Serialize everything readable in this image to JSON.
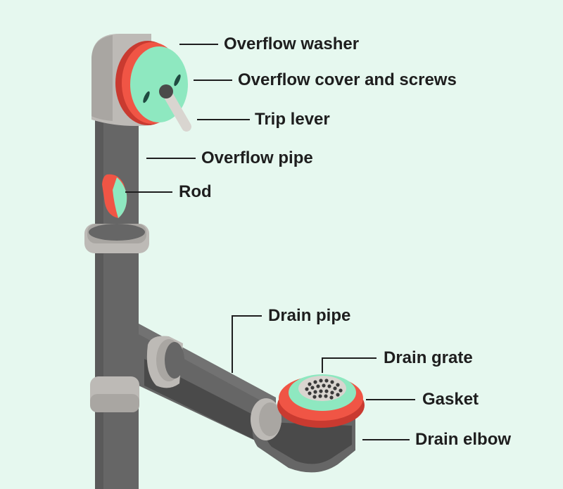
{
  "labels": {
    "overflow_washer": "Overflow washer",
    "overflow_cover": "Overflow cover and screws",
    "trip_lever": "Trip lever",
    "overflow_pipe": "Overflow pipe",
    "rod": "Rod",
    "drain_pipe": "Drain pipe",
    "drain_grate": "Drain grate",
    "gasket": "Gasket",
    "drain_elbow": "Drain elbow"
  },
  "colors": {
    "background": "#e6f8ef",
    "pipe": "#666666",
    "pipe_dark": "#4a4a4a",
    "coupling": "#bdbab6",
    "washer_red": "#f05545",
    "washer_dark_red": "#c93a30",
    "mint": "#8ee8c0",
    "leader_line": "#1e1e1e",
    "text": "#1e1e1e"
  }
}
